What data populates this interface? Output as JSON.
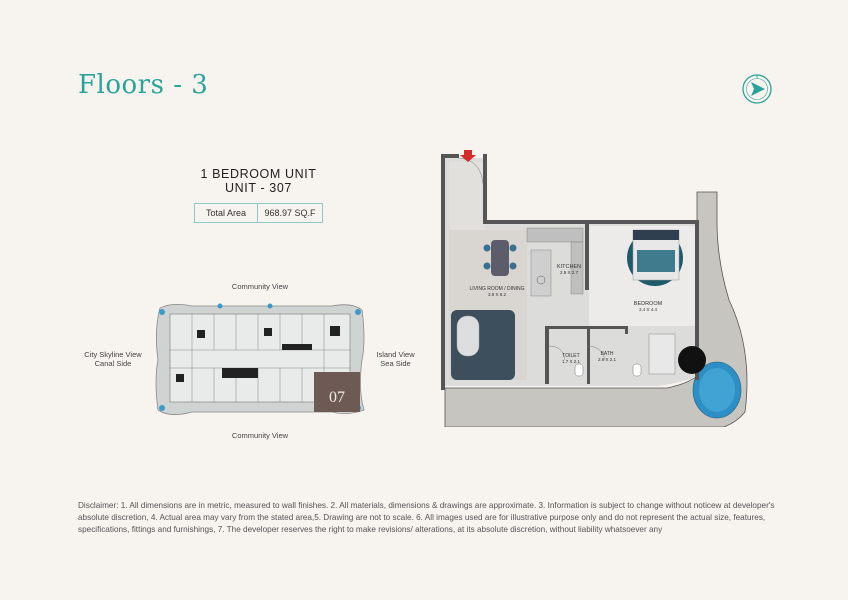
{
  "header": {
    "title": "Floors - 3"
  },
  "unit": {
    "line1": "1 BEDROOM UNIT",
    "line2": "UNIT - 307"
  },
  "area": {
    "label": "Total Area",
    "value": "968.97 SQ.F"
  },
  "keyplan": {
    "top_label": "Community View",
    "bottom_label": "Community View",
    "left_label_1": "City Skyline View",
    "left_label_2": "Canal Side",
    "right_label_1": "Island View",
    "right_label_2": "Sea Side",
    "highlight_unit": "07"
  },
  "rooms": {
    "kitchen": {
      "name": "KITCHEN",
      "size": "2.9 X 2.7"
    },
    "living": {
      "name": "LIVING ROOM / DINING",
      "size": "3.9 X 6.2"
    },
    "bedroom": {
      "name": "BEDROOM",
      "size": "3.4 X 4.4"
    },
    "toilet": {
      "name": "TOILET",
      "size": "1.7 X 2.1"
    },
    "bath": {
      "name": "BATH",
      "size": "2.6 X 2.1"
    }
  },
  "disclaimer": "Disclaimer: 1. All dimensions are in metric, measured to wall finishes. 2. All materials, dimensions & drawings are approximate. 3. Information is subject to change without noticew at developer's absolute discretion, 4. Actual area may vary from the stated area,5. Drawing are not to scale. 6. All images used are for illustrative purpose only and do not represent the actual size, features, specifications, fittings and furnishings, 7. The developer reserves the right to make revisions/ alterations, at its absolute discretion, without liability whatsoever any",
  "colors": {
    "accent": "#2aa39a",
    "highlight": "#6e5a54",
    "pool": "#2e8fc4",
    "terrace": "#c7c5c0"
  },
  "icons": {
    "compass": "compass-icon",
    "entry": "entry-arrow-icon"
  }
}
